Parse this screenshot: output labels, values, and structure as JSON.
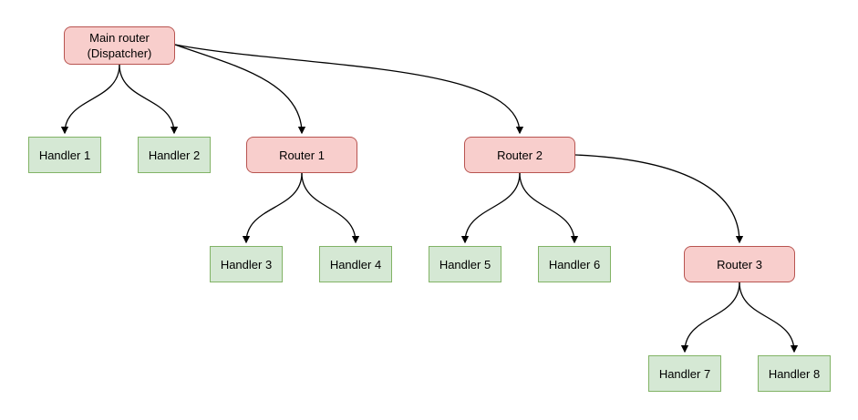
{
  "diagram": {
    "colors": {
      "router_fill": "#f8cecc",
      "router_border": "#b85450",
      "handler_fill": "#d5e8d4",
      "handler_border": "#82b366",
      "edge": "#000000",
      "text": "#000000",
      "background": "#ffffff"
    },
    "nodes": {
      "main_router": {
        "line1": "Main router",
        "line2": "(Dispatcher)",
        "type": "router"
      },
      "router_1": {
        "label": "Router 1",
        "type": "router"
      },
      "router_2": {
        "label": "Router 2",
        "type": "router"
      },
      "router_3": {
        "label": "Router 3",
        "type": "router"
      },
      "handler_1": {
        "label": "Handler 1",
        "type": "handler"
      },
      "handler_2": {
        "label": "Handler 2",
        "type": "handler"
      },
      "handler_3": {
        "label": "Handler 3",
        "type": "handler"
      },
      "handler_4": {
        "label": "Handler 4",
        "type": "handler"
      },
      "handler_5": {
        "label": "Handler 5",
        "type": "handler"
      },
      "handler_6": {
        "label": "Handler 6",
        "type": "handler"
      },
      "handler_7": {
        "label": "Handler 7",
        "type": "handler"
      },
      "handler_8": {
        "label": "Handler 8",
        "type": "handler"
      }
    },
    "edges": [
      {
        "from": "main_router",
        "to": "handler_1"
      },
      {
        "from": "main_router",
        "to": "handler_2"
      },
      {
        "from": "main_router",
        "to": "router_1"
      },
      {
        "from": "main_router",
        "to": "router_2"
      },
      {
        "from": "router_1",
        "to": "handler_3"
      },
      {
        "from": "router_1",
        "to": "handler_4"
      },
      {
        "from": "router_2",
        "to": "handler_5"
      },
      {
        "from": "router_2",
        "to": "handler_6"
      },
      {
        "from": "router_2",
        "to": "router_3"
      },
      {
        "from": "router_3",
        "to": "handler_7"
      },
      {
        "from": "router_3",
        "to": "handler_8"
      }
    ]
  }
}
